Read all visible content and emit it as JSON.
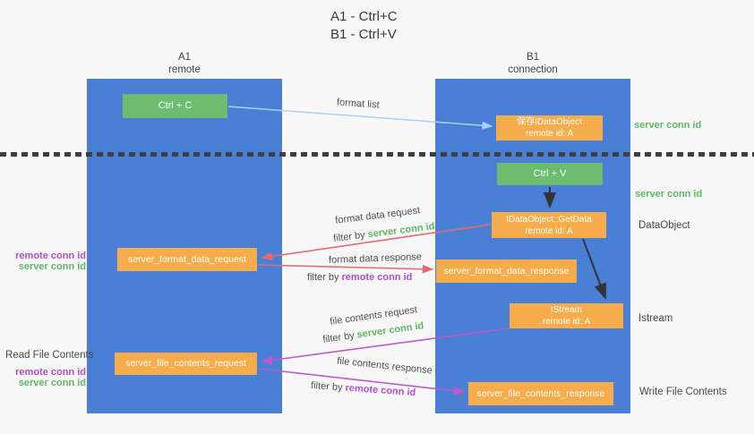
{
  "title": {
    "line1": "A1 - Ctrl+C",
    "line2": "B1 - Ctrl+V"
  },
  "lanes": {
    "a1": {
      "title": "A1",
      "subtitle": "remote"
    },
    "b1": {
      "title": "B1",
      "subtitle": "connection"
    }
  },
  "nodes": {
    "ctrl_c": {
      "label": "Ctrl + C"
    },
    "ctrl_v": {
      "label": "Ctrl + V"
    },
    "save_idataobject": {
      "line1": "保存IDataObject",
      "line2": "remote id: A"
    },
    "getdata": {
      "line1": "IDataObject::GetData",
      "line2": "remote id: A"
    },
    "istream": {
      "line1": "IStream",
      "line2": "remote id: A"
    },
    "format_request": {
      "label": "server_format_data_request"
    },
    "format_response": {
      "label": "server_format_data_response"
    },
    "file_request": {
      "label": "server_file_contents_request"
    },
    "file_response": {
      "label": "server_file_contents_response"
    }
  },
  "edge_labels": {
    "format_list": "format list",
    "format_data_request": "format data request",
    "format_data_response": "format data response",
    "file_contents_request": "file contents request",
    "file_contents_response": "file contents response"
  },
  "filters": {
    "format_request": {
      "prefix": "filter by ",
      "value": "server conn id"
    },
    "format_response": {
      "prefix": "filter by ",
      "value": "remote conn id"
    },
    "file_request": {
      "prefix": "filter by ",
      "value": "server conn id"
    },
    "file_response": {
      "prefix": "filter by ",
      "value": "remote conn id"
    }
  },
  "side_labels": {
    "right_server_conn_id_top": "server conn id",
    "right_server_conn_id_mid": "server conn id",
    "right_dataobject": "DataObject",
    "right_istream": "Istream",
    "right_write_file_contents": "Write File Contents",
    "left_remote_conn_id_top": "remote conn id",
    "left_server_conn_id_top": "server conn id",
    "left_read_file_contents": "Read File Contents",
    "left_remote_conn_id_bottom": "remote conn id",
    "left_server_conn_id_bottom": "server conn id"
  },
  "colors": {
    "background": "#f7f7f8",
    "lane_blue": "#4a7fd6",
    "node_green": "#6cbd70",
    "node_orange": "#f6ac4a",
    "arrow_light_blue": "#a5d2f3",
    "arrow_black": "#333333",
    "arrow_red": "#e8696b",
    "arrow_magenta": "#c257cc",
    "label_green": "#5cb85f",
    "label_purple": "#b04ec9",
    "divider_dark": "#3e3e3e"
  }
}
